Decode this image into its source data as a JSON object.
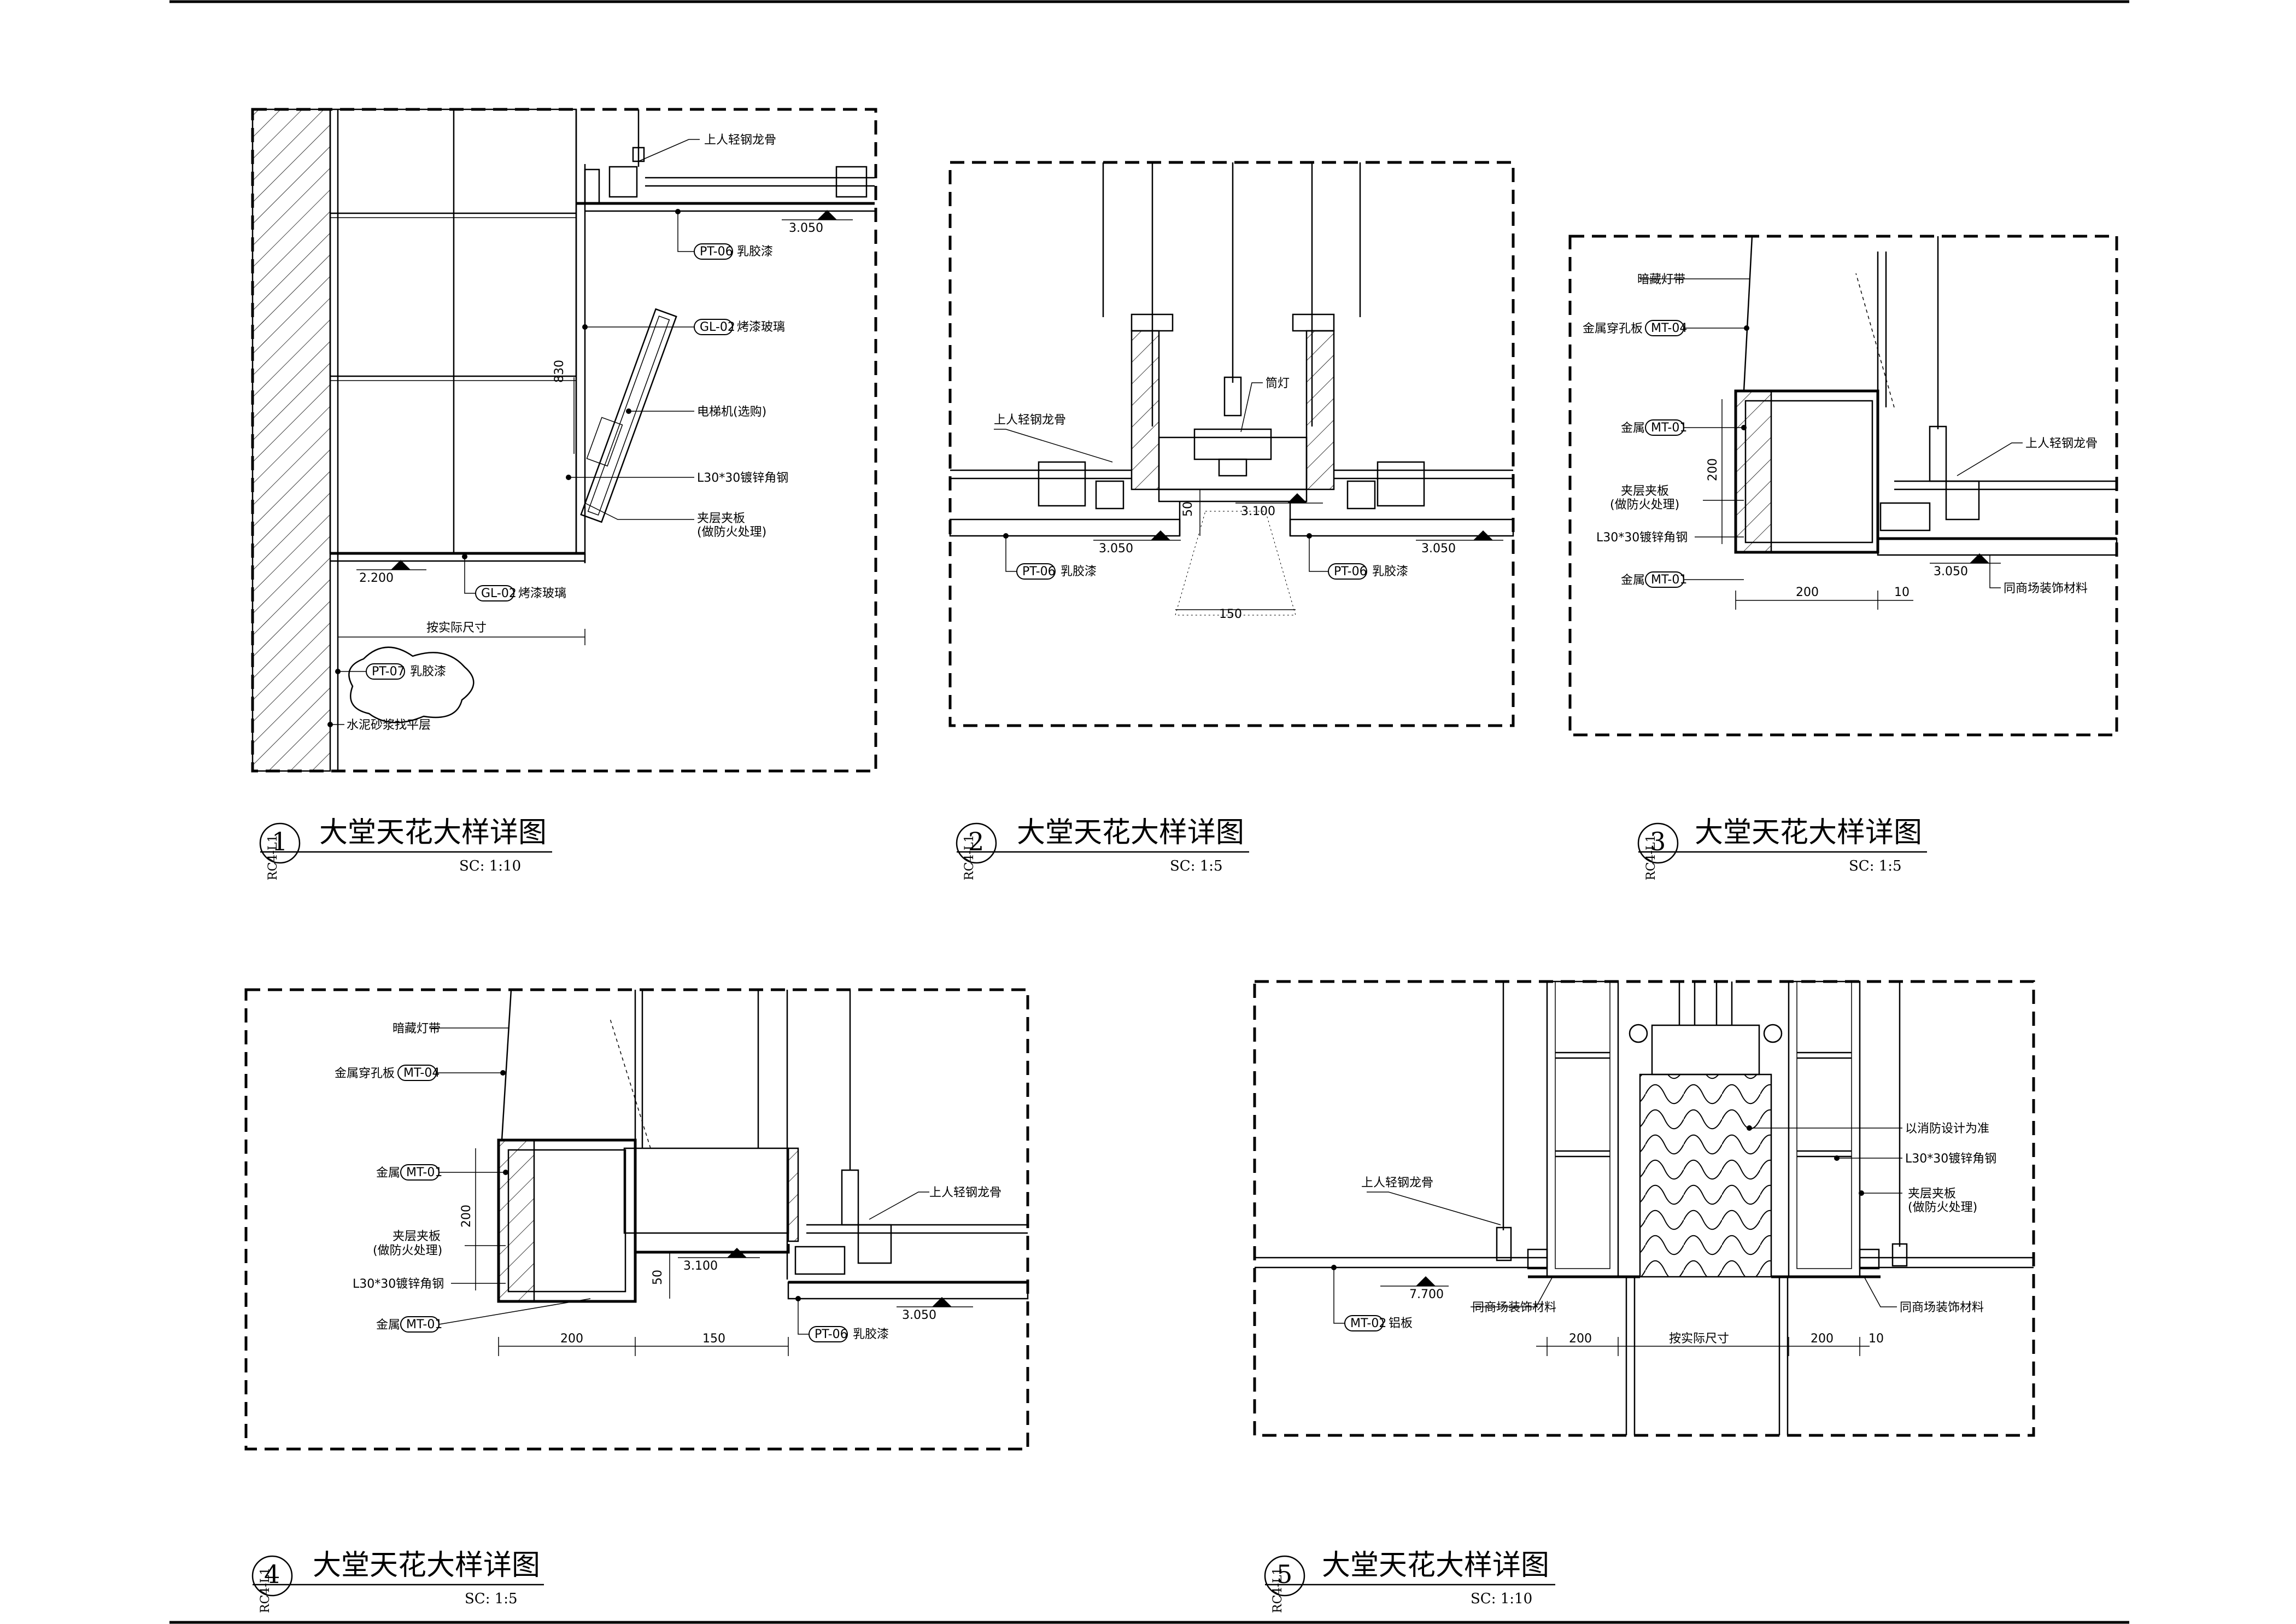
{
  "details": [
    {
      "num": "1",
      "title": "大堂天花大样详图",
      "ref": "RC4-L1",
      "scale": "SC:  1:10",
      "labels": {
        "keel": "上人轻钢龙骨",
        "pt06_tag": "PT-06",
        "pt06_text": "乳胶漆",
        "elev_3050": "3.050",
        "gl02_tag": "GL-02",
        "gl02_text": "烤漆玻璃",
        "dim_830": "830",
        "motor": "电梯机(选购)",
        "angle": "L30*30镀锌角钢",
        "plywood1": "夹层夹板",
        "plywood2": "(做防火处理)",
        "elev_2200": "2.200",
        "gl02b_tag": "GL-02",
        "gl02b_text": "烤漆玻璃",
        "actual": "按实际尺寸",
        "pt07_tag": "PT-07",
        "pt07_text": "乳胶漆",
        "mortar": "水泥砂浆找平层"
      }
    },
    {
      "num": "2",
      "title": "大堂天花大样详图",
      "ref": "RC4-L1",
      "scale": "SC:  1:5",
      "labels": {
        "keel": "上人轻钢龙骨",
        "lamp": "筒灯",
        "dim_50": "50",
        "elev_3100": "3.100",
        "elev_3050_l": "3.050",
        "elev_3050_r": "3.050",
        "pt06_tag_l": "PT-06",
        "pt06_text_l": "乳胶漆",
        "pt06_tag_r": "PT-06",
        "pt06_text_r": "乳胶漆",
        "dim_150": "150"
      }
    },
    {
      "num": "3",
      "title": "大堂天花大样详图",
      "ref": "RC4-L1",
      "scale": "SC:  1:5",
      "labels": {
        "led": "暗藏灯带",
        "mt04_text": "金属穿孔板",
        "mt04_tag": "MT-04",
        "mt01a_text": "金属",
        "mt01a_tag": "MT-01",
        "keel": "上人轻钢龙骨",
        "plywood1": "夹层夹板",
        "plywood2": "(做防火处理)",
        "dim_200v": "200",
        "angle": "L30*30镀锌角钢",
        "mt01b_text": "金属",
        "mt01b_tag": "MT-01",
        "elev_3050": "3.050",
        "mall": "同商场装饰材料",
        "dim_200": "200",
        "dim_10": "10"
      }
    },
    {
      "num": "4",
      "title": "大堂天花大样详图",
      "ref": "RC4-L1",
      "scale": "SC:  1:5",
      "labels": {
        "led": "暗藏灯带",
        "mt04_text": "金属穿孔板",
        "mt04_tag": "MT-04",
        "mt01a_text": "金属",
        "mt01a_tag": "MT-01",
        "keel": "上人轻钢龙骨",
        "plywood1": "夹层夹板",
        "plywood2": "(做防火处理)",
        "dim_200v": "200",
        "angle": "L30*30镀锌角钢",
        "dim_50": "50",
        "elev_3100": "3.100",
        "mt01b_text": "金属",
        "mt01b_tag": "MT-01",
        "pt06_tag": "PT-06",
        "pt06_text": "乳胶漆",
        "elev_3050": "3.050",
        "dim_200": "200",
        "dim_150": "150"
      }
    },
    {
      "num": "5",
      "title": "大堂天花大样详图",
      "ref": "RC4-L1",
      "scale": "SC:  1:10",
      "labels": {
        "keel": "上人轻钢龙骨",
        "fire": "以消防设计为准",
        "angle": "L30*30镀锌角钢",
        "plywood1": "夹层夹板",
        "plywood2": "(做防火处理)",
        "elev_7700": "7.700",
        "mt02_tag": "MT-02",
        "mt02_text": "铝板",
        "mall_l": "同商场装饰材料",
        "mall_r": "同商场装饰材料",
        "dim_200_l": "200",
        "actual": "按实际尺寸",
        "dim_200_r": "200",
        "dim_10": "10"
      }
    }
  ]
}
